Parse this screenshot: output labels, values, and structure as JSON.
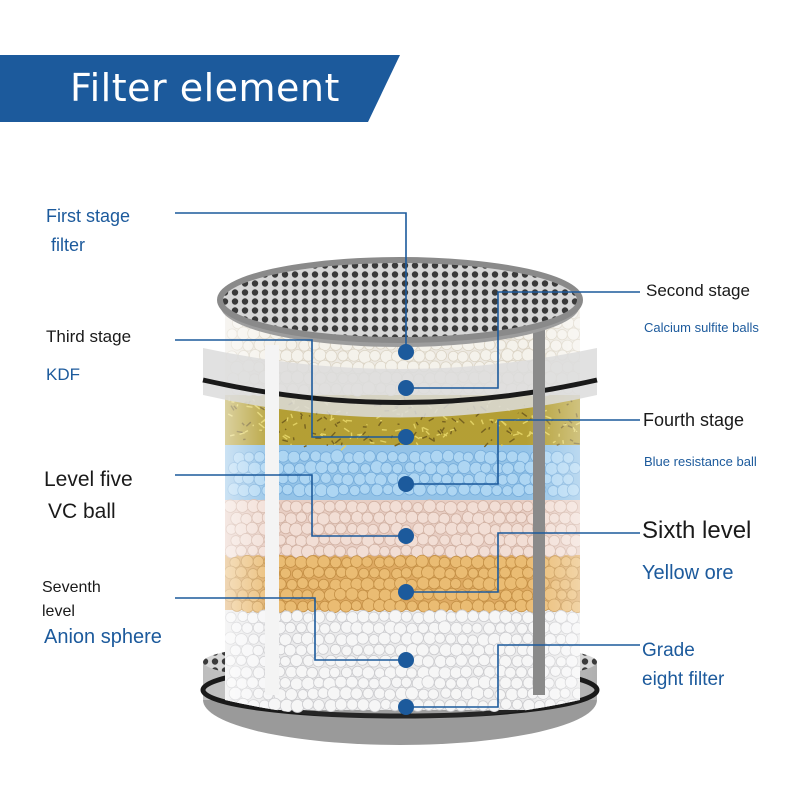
{
  "header": {
    "title": "Filter element"
  },
  "colors": {
    "banner": "#1c5a9c",
    "line": "#1c5a9c",
    "dot": "#1c5a9c"
  },
  "labels": {
    "first": {
      "line1": "First stage",
      "line2": "filter"
    },
    "second": {
      "title": "Second stage",
      "sub": "Calcium sulfite balls"
    },
    "third": {
      "title": "Third stage",
      "sub": "KDF"
    },
    "fourth": {
      "title": "Fourth stage",
      "sub": "Blue resistance ball"
    },
    "fifth": {
      "line1": "Level five",
      "line2": "VC ball"
    },
    "sixth": {
      "title": "Sixth level",
      "sub": "Yellow ore"
    },
    "seventh": {
      "line1": "Seventh",
      "line2": "level",
      "sub": "Anion sphere"
    },
    "eighth": {
      "line1": "Grade",
      "line2": "eight filter"
    }
  }
}
